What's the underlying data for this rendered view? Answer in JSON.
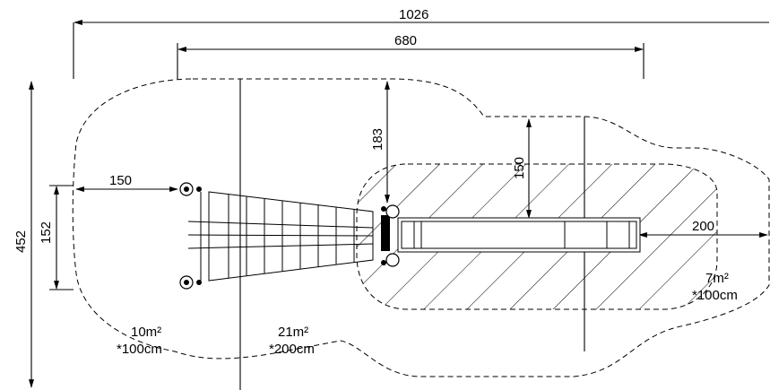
{
  "dimensions": {
    "overall_width": "1026",
    "inner_width": "680",
    "height_left": "452",
    "left_offset": "150",
    "left_height": "152",
    "top_offset": "183",
    "zone_offset": "150",
    "right_offset": "200"
  },
  "zones": {
    "left": {
      "area": "10m²",
      "height": "*100cm"
    },
    "middle": {
      "area": "21m²",
      "height": "*200cm"
    },
    "right": {
      "area": "7m²",
      "height": "*100cm"
    }
  }
}
